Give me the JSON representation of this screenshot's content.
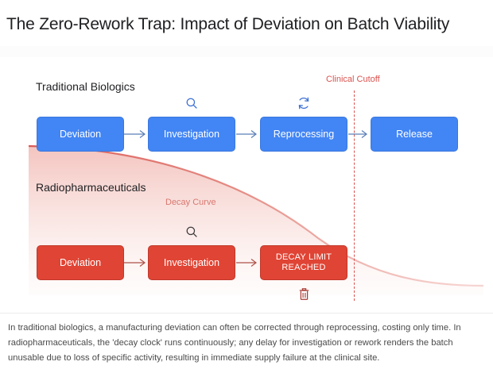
{
  "page": {
    "title": "The Zero-Rework Trap: Impact of Deviation on Batch Viability"
  },
  "diagram": {
    "type": "process-flow-comparison",
    "lanes": [
      {
        "id": "traditional",
        "label": "Traditional Biologics",
        "accent_color": "#4285f4",
        "nodes": [
          {
            "id": "deviation",
            "label": "Deviation",
            "icon": null
          },
          {
            "id": "investigation",
            "label": "Investigation",
            "icon": "search-icon"
          },
          {
            "id": "reprocessing",
            "label": "Reprocessing",
            "icon": "refresh-icon"
          },
          {
            "id": "release",
            "label": "Release",
            "icon": null
          }
        ]
      },
      {
        "id": "radiopharmaceuticals",
        "label": "Radiopharmaceuticals",
        "accent_color": "#e04434",
        "nodes": [
          {
            "id": "deviation",
            "label": "Deviation",
            "icon": null
          },
          {
            "id": "investigation",
            "label": "Investigation",
            "icon": "search-icon"
          },
          {
            "id": "decay-limit",
            "label": "DECAY LIMIT REACHED",
            "icon": "trash-icon"
          }
        ]
      }
    ],
    "annotations": {
      "cutoff_label": "Clinical Cutoff",
      "cutoff_color": "#d9534f",
      "decay_curve_label": "Decay Curve",
      "decay_curve_color": "#d9776f"
    }
  },
  "footer": {
    "caption": "In traditional biologics, a manufacturing deviation can often be corrected through reprocessing, costing only time. In radiopharmaceuticals, the 'decay clock' runs continuously; any delay for investigation or rework renders the batch unusable due to loss of specific activity, resulting in immediate supply failure at the clinical site."
  }
}
